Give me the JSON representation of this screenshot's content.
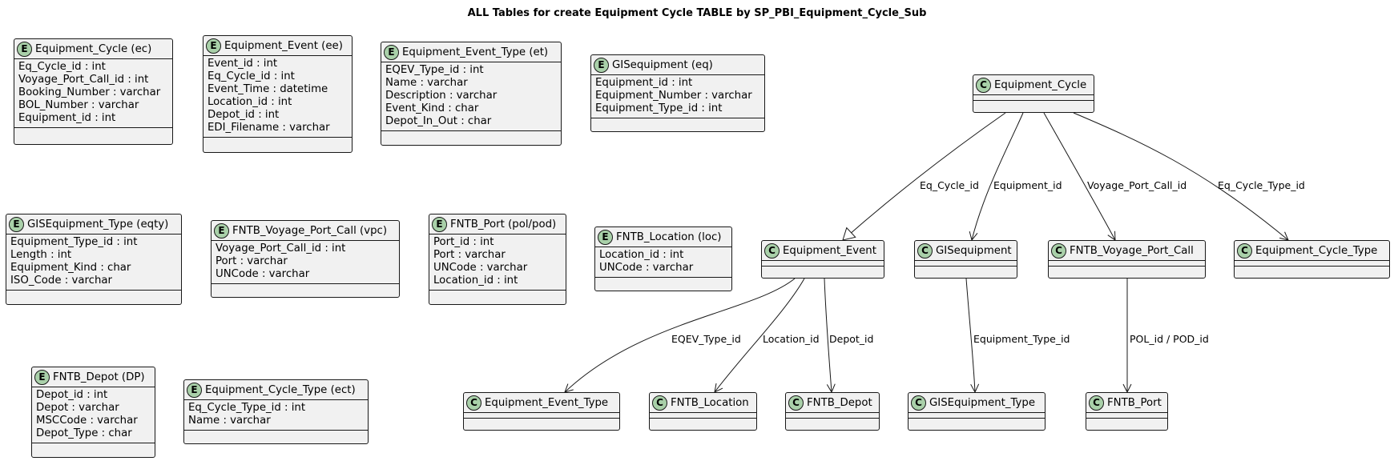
{
  "title": "ALL Tables for create Equipment Cycle TABLE by SP_PBI_Equipment_Cycle_Sub",
  "icon_glyphs": {
    "entity": "E",
    "class": "C"
  },
  "colors": {
    "box_fill": "#f1f1f1",
    "stroke": "#181818",
    "icon_fill": "#a9d0a9"
  },
  "entities": [
    {
      "id": "ec",
      "name": "Equipment_Cycle (ec)",
      "attributes": [
        "Eq_Cycle_id : int",
        "Voyage_Port_Call_id : int",
        "Booking_Number : varchar",
        "BOL_Number : varchar",
        "Equipment_id : int"
      ]
    },
    {
      "id": "ee",
      "name": "Equipment_Event (ee)",
      "attributes": [
        "Event_id : int",
        "Eq_Cycle_id : int",
        "Event_Time : datetime",
        "Location_id : int",
        "Depot_id : int",
        "EDI_Filename : varchar"
      ]
    },
    {
      "id": "et",
      "name": "Equipment_Event_Type (et)",
      "attributes": [
        "EQEV_Type_id : int",
        "Name : varchar",
        "Description : varchar",
        "Event_Kind : char",
        "Depot_In_Out : char"
      ]
    },
    {
      "id": "eq",
      "name": "GISequipment (eq)",
      "attributes": [
        "Equipment_id : int",
        "Equipment_Number : varchar",
        "Equipment_Type_id : int"
      ]
    },
    {
      "id": "eqty",
      "name": "GISEquipment_Type (eqty)",
      "attributes": [
        "Equipment_Type_id : int",
        "Length : int",
        "Equipment_Kind : char",
        "ISO_Code : varchar"
      ]
    },
    {
      "id": "vpc",
      "name": "FNTB_Voyage_Port_Call (vpc)",
      "attributes": [
        "Voyage_Port_Call_id : int",
        "Port : varchar",
        "UNCode : varchar"
      ]
    },
    {
      "id": "pol",
      "name": "FNTB_Port (pol/pod)",
      "attributes": [
        "Port_id : int",
        "Port : varchar",
        "UNCode : varchar",
        "Location_id : int"
      ]
    },
    {
      "id": "loc",
      "name": "FNTB_Location (loc)",
      "attributes": [
        "Location_id : int",
        "UNCode : varchar"
      ]
    },
    {
      "id": "dp",
      "name": "FNTB_Depot (DP)",
      "attributes": [
        "Depot_id : int",
        "Depot : varchar",
        "MSCCode : varchar",
        "Depot_Type : char"
      ]
    },
    {
      "id": "ect",
      "name": "Equipment_Cycle_Type (ect)",
      "attributes": [
        "Eq_Cycle_Type_id : int",
        "Name : varchar"
      ]
    }
  ],
  "classes": [
    {
      "id": "c_cycle",
      "name": "Equipment_Cycle"
    },
    {
      "id": "c_event",
      "name": "Equipment_Event"
    },
    {
      "id": "c_gis",
      "name": "GISequipment"
    },
    {
      "id": "c_vpc",
      "name": "FNTB_Voyage_Port_Call"
    },
    {
      "id": "c_ctype",
      "name": "Equipment_Cycle_Type"
    },
    {
      "id": "c_etype",
      "name": "Equipment_Event_Type"
    },
    {
      "id": "c_loc",
      "name": "FNTB_Location"
    },
    {
      "id": "c_depot",
      "name": "FNTB_Depot"
    },
    {
      "id": "c_gtype",
      "name": "GISEquipment_Type"
    },
    {
      "id": "c_port",
      "name": "FNTB_Port"
    }
  ],
  "relations": [
    {
      "from": "Equipment_Cycle",
      "to": "Equipment_Event",
      "label": "Eq_Cycle_id",
      "arrow": "hollow-triangle"
    },
    {
      "from": "Equipment_Cycle",
      "to": "GISequipment",
      "label": "Equipment_id",
      "arrow": "open"
    },
    {
      "from": "Equipment_Cycle",
      "to": "FNTB_Voyage_Port_Call",
      "label": "Voyage_Port_Call_id",
      "arrow": "open"
    },
    {
      "from": "Equipment_Cycle",
      "to": "Equipment_Cycle_Type",
      "label": "Eq_Cycle_Type_id",
      "arrow": "open"
    },
    {
      "from": "Equipment_Event",
      "to": "Equipment_Event_Type",
      "label": "EQEV_Type_id",
      "arrow": "open"
    },
    {
      "from": "Equipment_Event",
      "to": "FNTB_Location",
      "label": "Location_id",
      "arrow": "open"
    },
    {
      "from": "Equipment_Event",
      "to": "FNTB_Depot",
      "label": "Depot_id",
      "arrow": "open"
    },
    {
      "from": "GISequipment",
      "to": "GISEquipment_Type",
      "label": "Equipment_Type_id",
      "arrow": "open"
    },
    {
      "from": "FNTB_Voyage_Port_Call",
      "to": "FNTB_Port",
      "label": "POL_id / POD_id",
      "arrow": "open"
    }
  ]
}
